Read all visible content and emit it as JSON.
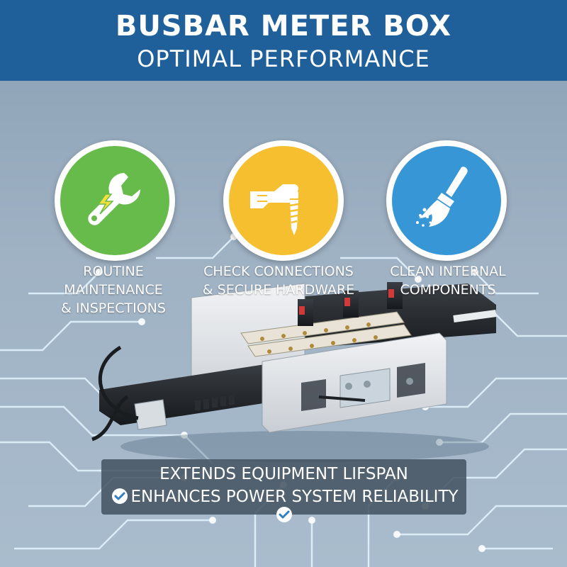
{
  "header": {
    "title": "BUSBAR METER BOX",
    "subtitle": "OPTIMAL PERFORMANCE"
  },
  "features": [
    {
      "icon": "wrench-lightning-icon",
      "color": "#66bb4a",
      "line1": "ROUTINE MAINTENANCE",
      "line2": "& INSPECTIONS"
    },
    {
      "icon": "hand-screw-icon",
      "color": "#f5bf2f",
      "line1": "CHECK CONNECTIONS",
      "line2": "& SECURE HARDWARE"
    },
    {
      "icon": "brush-icon",
      "color": "#3796d6",
      "line1": "CLEAN INTERNAL",
      "line2": "COMPONENTS"
    }
  ],
  "banner": {
    "line1": "EXTENDS EQUIPMENT LIFSPAN",
    "line2": "ENHANCES POWER SYSTEM RELIABILITY",
    "check_icon": "check-circle-icon"
  },
  "colors": {
    "header_bg": "#1f5f9a",
    "banner_bg": "#465462",
    "circuit_glow": "#dff3ff"
  }
}
